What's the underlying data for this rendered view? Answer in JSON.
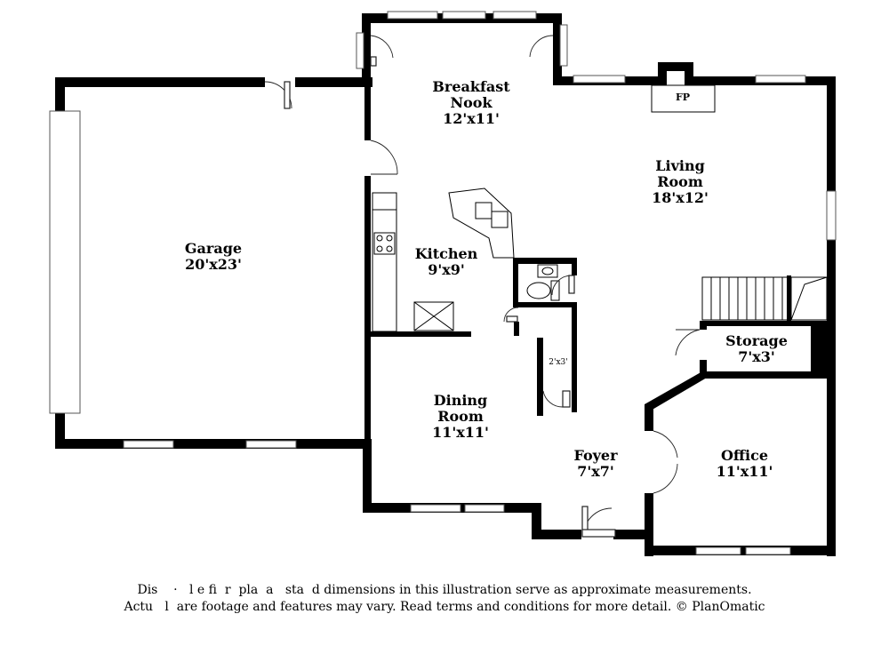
{
  "rooms": {
    "garage": {
      "name": "Garage",
      "dim": "20'x23'"
    },
    "breakfast": {
      "name_line1": "Breakfast",
      "name_line2": "Nook",
      "dim": "12'x11'"
    },
    "living": {
      "name_line1": "Living",
      "name_line2": "Room",
      "dim": "18'x12'"
    },
    "kitchen": {
      "name": "Kitchen",
      "dim": "9'x9'"
    },
    "dining": {
      "name_line1": "Dining",
      "name_line2": "Room",
      "dim": "11'x11'"
    },
    "storage": {
      "name": "Storage",
      "dim": "7'x3'"
    },
    "foyer": {
      "name": "Foyer",
      "dim": "7'x7'"
    },
    "office": {
      "name": "Office",
      "dim": "11'x11'"
    },
    "closet": {
      "dim": "2'x3'"
    },
    "fireplace": {
      "label": "FP"
    }
  },
  "disclaimer": {
    "line1": "Dis    ·   l e fi  r  pla  a   sta  d dimensions in this illustration serve as approximate measurements.",
    "line2": "Actu   l  are footage and features may vary. Read terms and conditions for more detail. © PlanOmatic"
  }
}
